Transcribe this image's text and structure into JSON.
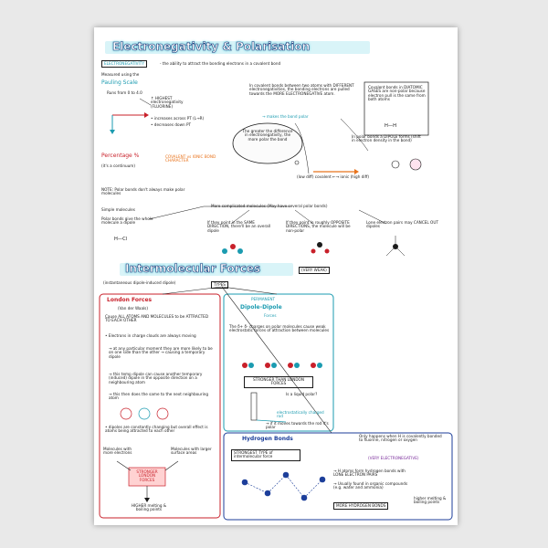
{
  "page": {
    "background": "#e9e9e9",
    "sheet_background": "#ffffff"
  },
  "colors": {
    "teal": "#1b9bb0",
    "red": "#c8202a",
    "orange": "#e8731c",
    "green": "#2e8a3a",
    "blue": "#1c3e9a",
    "yellow_highlight": "#fff36b"
  },
  "section1": {
    "title": "Electronegativity & Polarisation",
    "definition_tag": "ELECTRONEGATIVITY",
    "definition": "- the ability to attract the bonding electrons in a covalent bond",
    "measured": "Measured using the",
    "pauling_title": "Pauling Scale",
    "pauling_range": "Runs from 0 to 4.0",
    "highest": "↑ HIGHEST electronegativity (FLUORINE)",
    "increase": "• increases across PT (L→R)",
    "decrease": "• decreases down PT",
    "covalent_text": "In covalent bonds between two atoms with DIFFERENT electronegativities, the bonding electrons are pulled towards the MORE ELECTRONEGATIVE atom.",
    "makes_polar": "→ makes the bond polar",
    "covalent_box": "Covalent bonds in DIATOMIC GASES are non-polar because electron pull is the same from both atoms",
    "h_h": "H—H",
    "cloud": "The greater the difference in electronegativity, the more polar the bond",
    "polar_bonds": "In polar bonds a DIPOLE forms (shift in electron density in the bond)",
    "percentage_title": "Percentage %",
    "percentage_sub": "(it's a continuum)",
    "covalent_ionic": "COVALENT vs IONIC BOND CHARACTER",
    "low_high": "(low diff) covalent ←→ ionic (high diff)",
    "note": "NOTE: Polar bonds don't always make polar molecules",
    "simple": "Simple molecules",
    "simple_desc": "Polar bonds give the whole molecule a dipole",
    "hcl": "H—Cl",
    "more_complicated": "More complicated molecules (May have several polar bonds)",
    "charges_arranged": "If they point in the SAME DIRECTION, there'll be an overall dipole",
    "charges_cancel": "If they point in roughly OPPOSITE DIRECTIONS, the molecule will be non-polar",
    "lone_pairs": "Lone electron pairs may CANCEL OUT dipoles"
  },
  "section2": {
    "title": "Intermolecular Forces",
    "very_weak": "(VERY WEAK)",
    "types": "TYPES",
    "instantaneous": "(instantaneous dipole-induced dipole)",
    "london_title": "London Forces",
    "london_sub": "(Van der Waals)",
    "london_desc": "Cause ALL ATOMS AND MOLECULES to be ATTRACTED TO EACH OTHER",
    "london_points": [
      "• Electrons in charge clouds are always moving",
      "→ at any particular moment they are more likely to be on one side than the other → causing a temporary dipole",
      "→ this temp dipole can cause another temporary (induced) dipole in the opposite direction on a neighbouring atom",
      "→ this then does the same to the next neighbouring atom"
    ],
    "dipoles_text": "• dipoles are constantly changing but overall effect is atoms being attracted to each other",
    "molecules_more": "Molecules with more electrons",
    "molecules_larger": "Molecules with larger surface areas",
    "stronger_london": "STRONGER LONDON FORCES",
    "higher_mp": "HIGHER melting & boiling points",
    "permanent_title": "PERMANENT",
    "pdd_title": "Dipole-Dipole",
    "pdd_sub": "Forces",
    "pdd_desc": "The δ+ δ- charges on polar molecules cause weak electrostatic forces of attraction between molecules",
    "stronger_than": "STRONGER THAN LONDON FORCES",
    "is_liquid_polar": "Is a liquid polar?",
    "electrostatically_charged": "electrostatically charged rod",
    "if_moves": "→ if it moves towards the rod it's polar",
    "hydrogen_title": "Hydrogen Bonds",
    "strongest": "STRONGEST TYPE of intermolecular force",
    "only_happens": "Only happens when H is covalently bonded to fluorine, nitrogen or oxygen",
    "very_electronegative": "(VERY ELECTRONEGATIVE)",
    "h_atoms": "→ H atoms form hydrogen bonds with LONE ELECTRON PAIRS",
    "usually_found": "→ Usually found in organic compounds (e.g. water and ammonia)",
    "more_hydrogen": "MORE HYDROGEN BONDS",
    "higher_mp_short": "higher melting & boiling points"
  }
}
